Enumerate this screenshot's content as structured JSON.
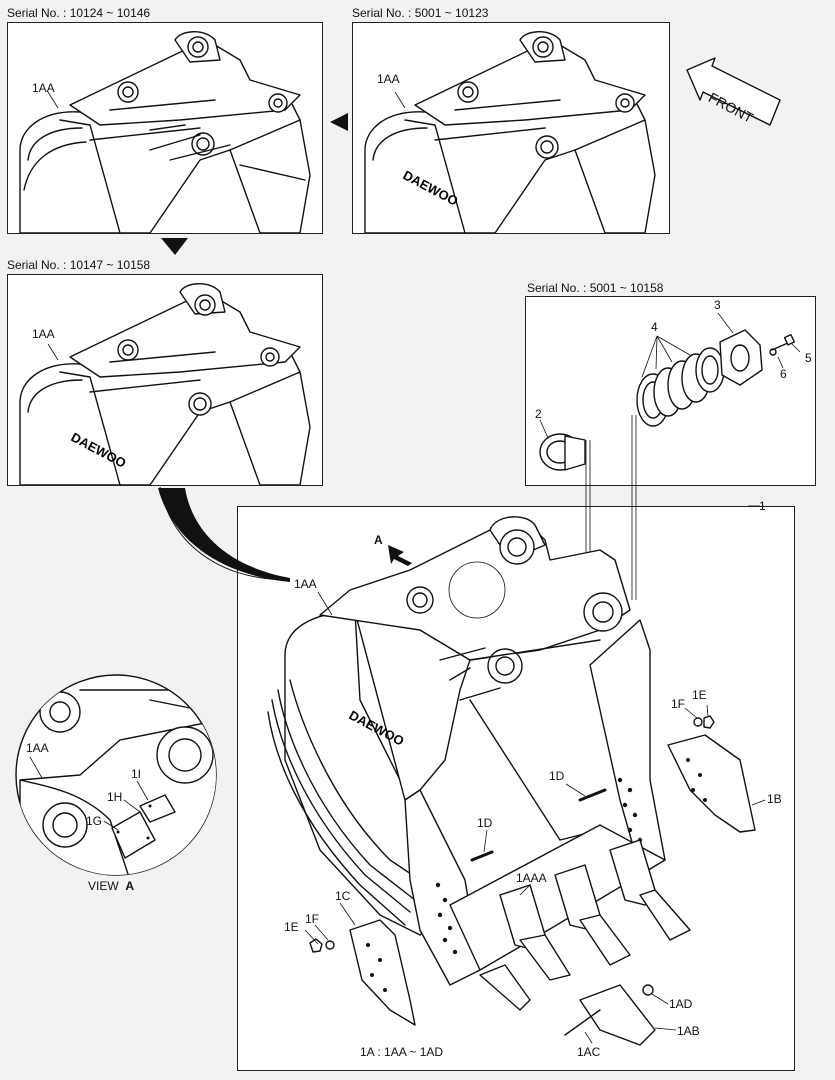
{
  "panels": {
    "top_left": {
      "serial": "Serial No. : 10124 ~ 10146",
      "label": "1AA"
    },
    "top_right": {
      "serial": "Serial No. : 5001 ~ 10123",
      "label": "1AA"
    },
    "mid_left": {
      "serial": "Serial No. : 10147 ~ 10158",
      "label": "1AA"
    },
    "detail": {
      "serial": "Serial No. : 5001 ~ 10158"
    },
    "main": {
      "assembly_number": "1",
      "caption": "1A : 1AA ~ 1AD"
    }
  },
  "front_arrow": {
    "label": "FRONT"
  },
  "view_a": {
    "caption": "VIEW",
    "caption_letter": "A",
    "labels": [
      "1AA",
      "1I",
      "1H",
      "1G"
    ]
  },
  "callouts": {
    "detail": [
      "2",
      "3",
      "4",
      "5",
      "6"
    ],
    "main": [
      "A",
      "1AA",
      "1D",
      "1D",
      "1F",
      "1E",
      "1B",
      "1AAA",
      "1C",
      "1F",
      "1E",
      "1AD",
      "1AB",
      "1AC"
    ]
  },
  "brand_mark": "DAEWOO"
}
